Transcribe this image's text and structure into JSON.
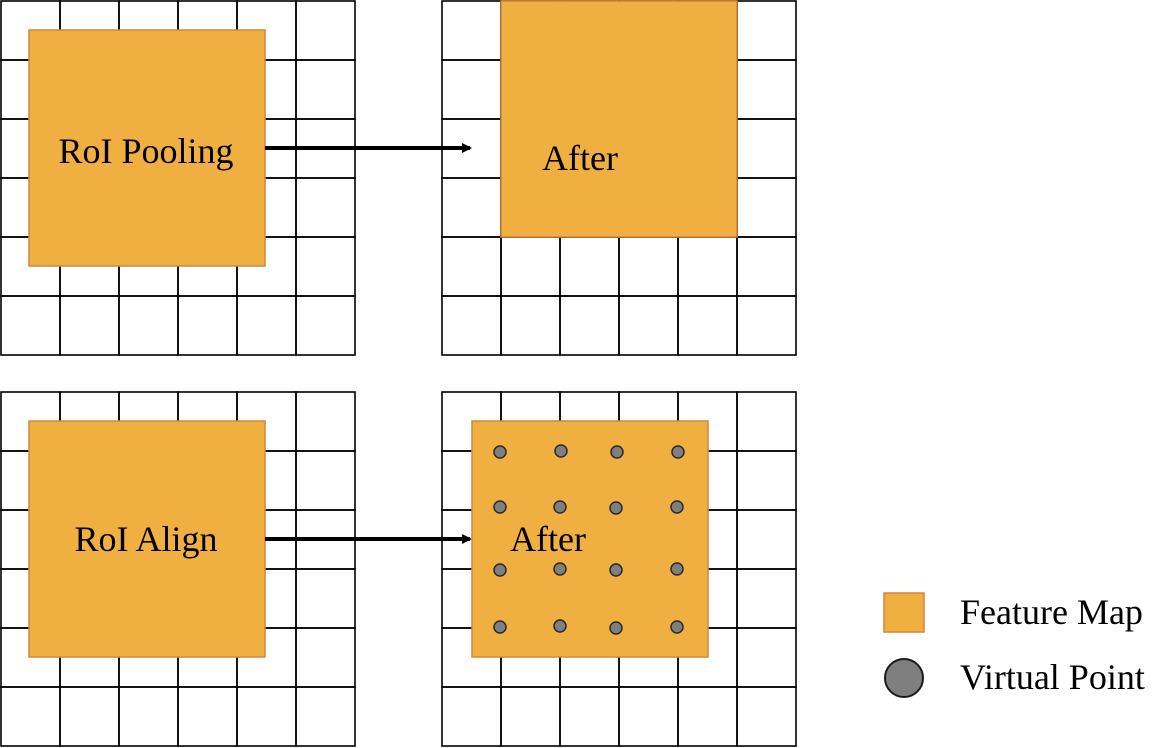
{
  "colors": {
    "feature_map_fill": "#F0B041",
    "feature_map_border": "#D2863A",
    "virtual_point_fill": "#7F7F7F",
    "virtual_point_border": "#2A2A2A",
    "grid_line": "#000000"
  },
  "panels": {
    "pooling_input": {
      "label": "RoI Pooling"
    },
    "pooling_output": {
      "label": "After"
    },
    "align_input": {
      "label": "RoI Align"
    },
    "align_output": {
      "label": "After"
    }
  },
  "legend": {
    "feature_map": "Feature Map",
    "virtual_point": "Virtual Point"
  }
}
